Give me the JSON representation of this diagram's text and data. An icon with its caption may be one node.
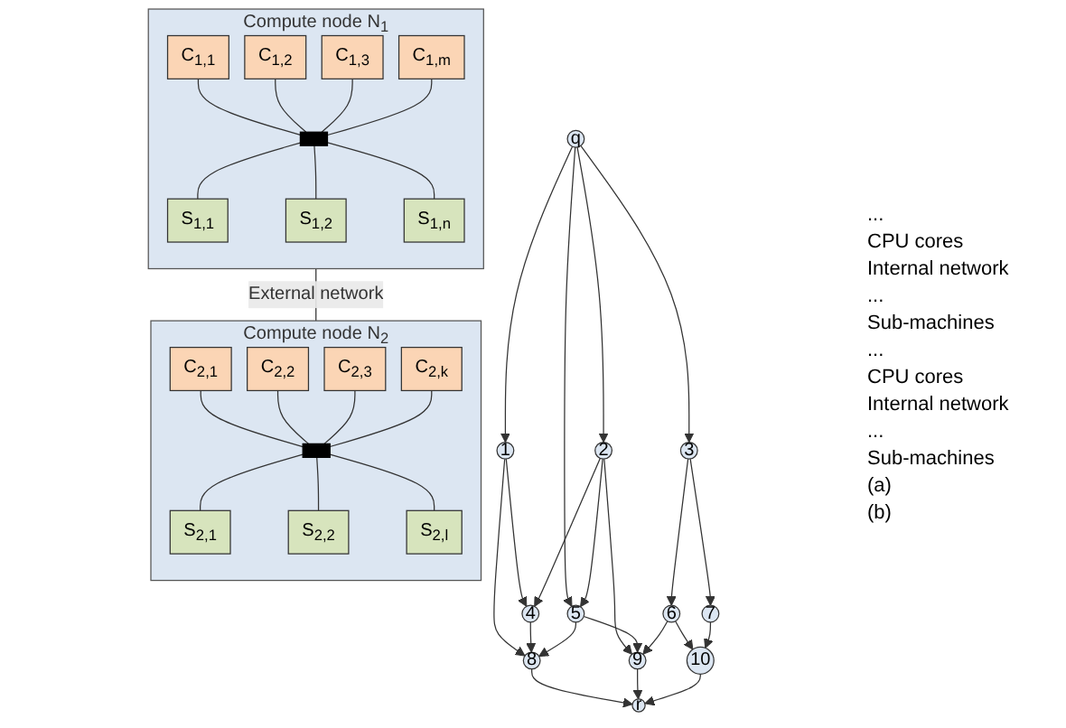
{
  "diagram": {
    "nodes": [
      {
        "text": [
          "Compute node N$_{1}$"
        ]
      },
      {
        "text": [
          "C$_{1,1}$"
        ],
        "in": 0
      },
      {
        "text": [
          "C$_{1,2}$"
        ],
        "in": 0
      },
      {
        "text": [
          "C$_{1,3}$"
        ],
        "in": 0
      },
      {
        "text": [
          "C$_{1,m}$"
        ],
        "in": 0
      },
      {
        "text": [],
        "shape": "bar",
        "in": 0
      },
      {
        "text": [
          "S$_{1,1}$"
        ],
        "in": 0
      },
      {
        "text": [
          "S$_{1,2}$"
        ],
        "in": 0
      },
      {
        "text": [
          "S$_{1,n}$"
        ],
        "in": 0
      },
      {
        "text": [
          "Compute node N$_{2}$"
        ]
      },
      {
        "text": [
          "C$_{2,1}$"
        ],
        "in": 9
      },
      {
        "text": [
          "C$_{2,2}$"
        ],
        "in": 9
      },
      {
        "text": [
          "C$_{2,3}$"
        ],
        "in": 9
      },
      {
        "text": [
          "C$_{2,k}$"
        ],
        "in": 9
      },
      {
        "text": [],
        "shape": "bar",
        "in": 9
      },
      {
        "text": [
          "S$_{2,1}$"
        ],
        "in": 9
      },
      {
        "text": [
          "S$_{2,2}$"
        ],
        "in": 9
      },
      {
        "text": [
          "S$_{2,l}$"
        ],
        "in": 9
      },
      {
        "text": [
          "q"
        ]
      },
      {
        "text": [
          "1"
        ]
      },
      {
        "text": [
          "2"
        ]
      },
      {
        "text": [
          "3"
        ]
      },
      {
        "text": [
          "4"
        ]
      },
      {
        "text": [
          "5"
        ]
      },
      {
        "text": [
          "6"
        ]
      },
      {
        "text": [
          "7"
        ]
      },
      {
        "text": [
          "8"
        ]
      },
      {
        "text": [
          "9"
        ]
      },
      {
        "text": [
          "10"
        ]
      },
      {
        "text": [
          "r"
        ]
      }
    ],
    "edges": [
      {
        "from": 1,
        "to": 5,
        "arrow": "none"
      },
      {
        "from": 2,
        "to": 5,
        "arrow": "none"
      },
      {
        "from": 3,
        "to": 5,
        "arrow": "none"
      },
      {
        "from": 4,
        "to": 5,
        "arrow": "none"
      },
      {
        "from": 5,
        "to": 6,
        "arrow": "none"
      },
      {
        "from": 5,
        "to": 7,
        "arrow": "none"
      },
      {
        "from": 5,
        "to": 8,
        "arrow": "none"
      },
      {
        "from": 0,
        "to": 9,
        "arrow": "none",
        "label": "External network"
      },
      {
        "from": 10,
        "to": 14,
        "arrow": "none"
      },
      {
        "from": 11,
        "to": 14,
        "arrow": "none"
      },
      {
        "from": 12,
        "to": 14,
        "arrow": "none"
      },
      {
        "from": 13,
        "to": 14,
        "arrow": "none"
      },
      {
        "from": 14,
        "to": 15,
        "arrow": "none"
      },
      {
        "from": 14,
        "to": 16,
        "arrow": "none"
      },
      {
        "from": 14,
        "to": 17,
        "arrow": "none"
      },
      {
        "from": 18,
        "to": 19,
        "arrow": "to"
      },
      {
        "from": 18,
        "to": 20,
        "arrow": "to"
      },
      {
        "from": 18,
        "to": 21,
        "arrow": "to"
      },
      {
        "from": 18,
        "to": 23,
        "arrow": "to"
      },
      {
        "from": 19,
        "to": 22,
        "arrow": "to"
      },
      {
        "from": 19,
        "to": 26,
        "arrow": "to"
      },
      {
        "from": 20,
        "to": 22,
        "arrow": "to"
      },
      {
        "from": 20,
        "to": 23,
        "arrow": "to"
      },
      {
        "from": 20,
        "to": 27,
        "arrow": "to"
      },
      {
        "from": 21,
        "to": 24,
        "arrow": "to"
      },
      {
        "from": 21,
        "to": 25,
        "arrow": "to"
      },
      {
        "from": 22,
        "to": 26,
        "arrow": "to"
      },
      {
        "from": 23,
        "to": 26,
        "arrow": "to"
      },
      {
        "from": 23,
        "to": 27,
        "arrow": "to"
      },
      {
        "from": 24,
        "to": 27,
        "arrow": "to"
      },
      {
        "from": 24,
        "to": 28,
        "arrow": "to"
      },
      {
        "from": 25,
        "to": 28,
        "arrow": "to"
      },
      {
        "from": 26,
        "to": 29,
        "arrow": "to"
      },
      {
        "from": 27,
        "to": 29,
        "arrow": "to"
      },
      {
        "from": 28,
        "to": 29,
        "arrow": "to"
      }
    ],
    "labels": [
      "...",
      "CPU cores",
      "Internal network",
      "...",
      "Sub-machines",
      "...",
      "CPU cores",
      "Internal network",
      "...",
      "Sub-machines",
      "(a)",
      "(b)"
    ]
  }
}
